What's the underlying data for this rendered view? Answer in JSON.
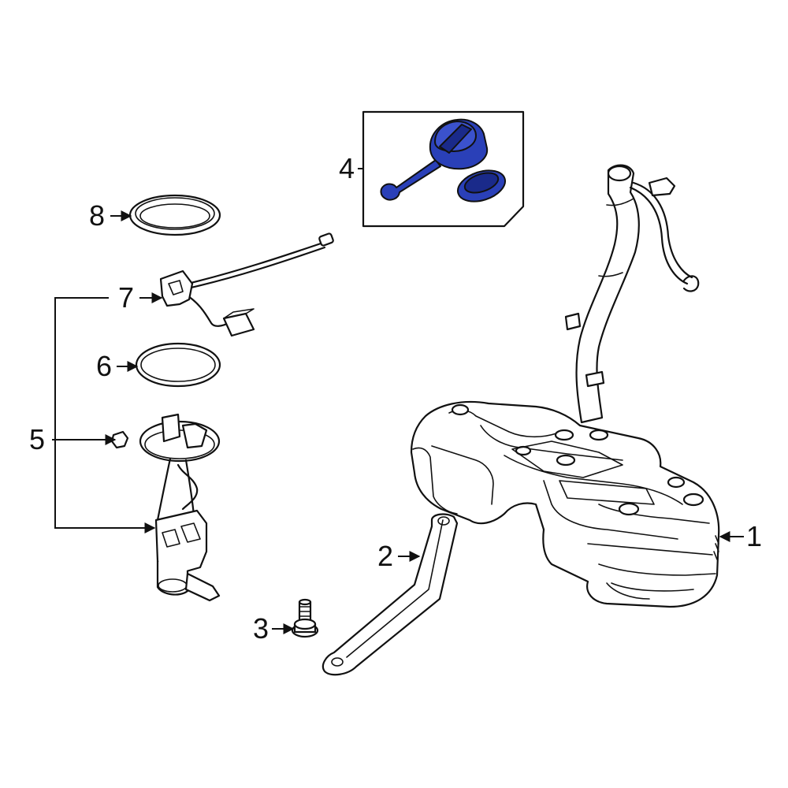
{
  "colors": {
    "highlight": "#2a40b8",
    "highlight_dark": "#1a2a8a",
    "line": "#111111",
    "background": "#ffffff"
  },
  "callouts": [
    {
      "id": "1",
      "label": "1"
    },
    {
      "id": "2",
      "label": "2"
    },
    {
      "id": "3",
      "label": "3"
    },
    {
      "id": "4",
      "label": "4"
    },
    {
      "id": "5",
      "label": "5"
    },
    {
      "id": "6",
      "label": "6"
    },
    {
      "id": "7",
      "label": "7"
    },
    {
      "id": "8",
      "label": "8"
    }
  ]
}
